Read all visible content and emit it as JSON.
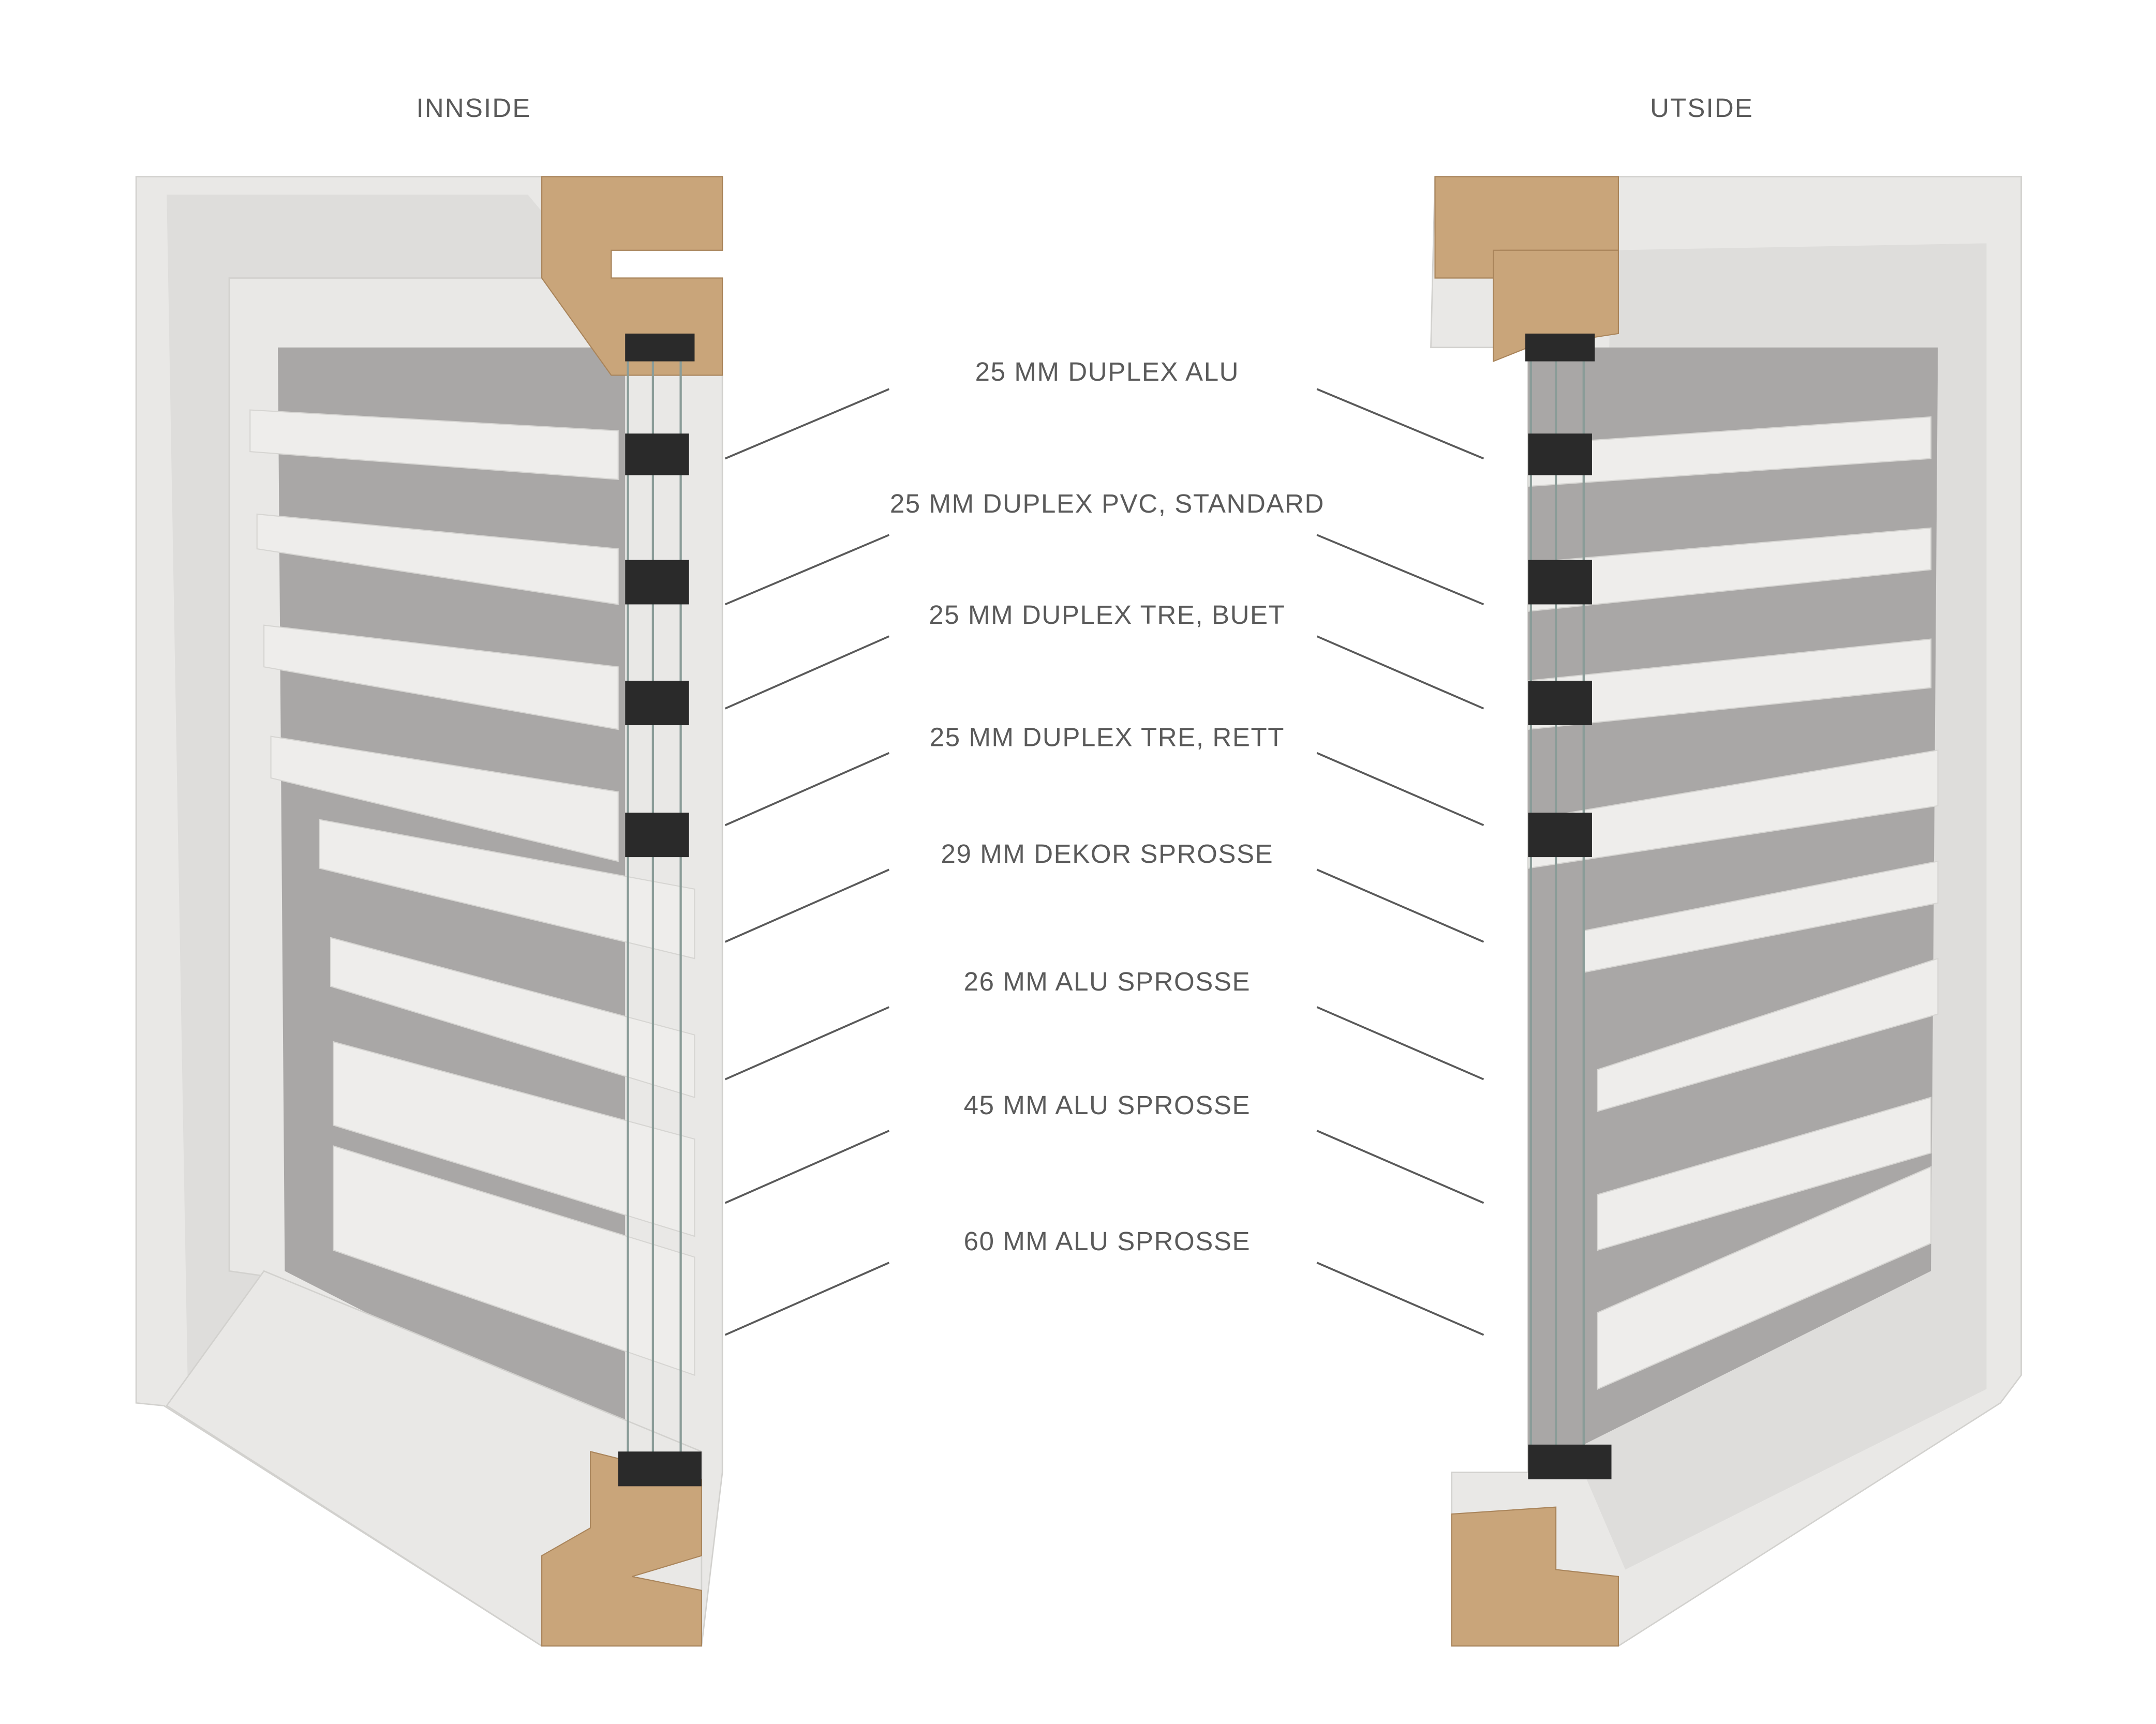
{
  "headings": {
    "inside": "INNSIDE",
    "outside": "UTSIDE"
  },
  "labels": [
    "25 MM DUPLEX ALU",
    "25 MM DUPLEX PVC,  STANDARD",
    "25 MM DUPLEX TRE, BUET",
    "25 MM DUPLEX TRE, RETT",
    "29 MM DEKOR SPROSSE",
    "26 MM ALU SPROSSE",
    "45 MM ALU SPROSSE",
    "60 MM ALU SPROSSE"
  ],
  "colors": {
    "frame": "#e9e8e6",
    "wood": "#c9a57a",
    "glass": "#a9a7a6",
    "text": "#5a5a5a"
  }
}
